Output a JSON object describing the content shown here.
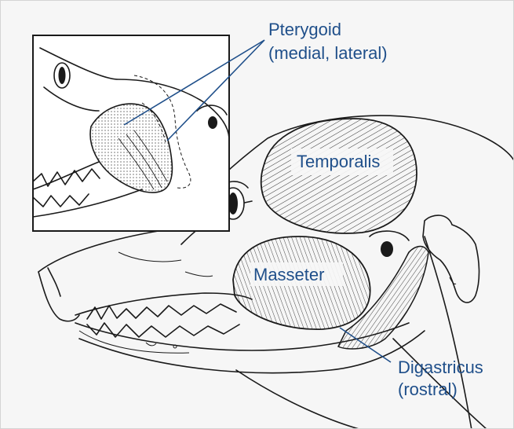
{
  "labels": {
    "pterygoid_line1": "Pterygoid",
    "pterygoid_line2": "(medial, lateral)",
    "temporalis": "Temporalis",
    "masseter": "Masseter",
    "digastricus_line1": "Digastricus",
    "digastricus_line2": "(rostral)"
  },
  "colors": {
    "label": "#1f4f8a",
    "outline": "#1a1a1a",
    "background": "#f6f6f6"
  }
}
